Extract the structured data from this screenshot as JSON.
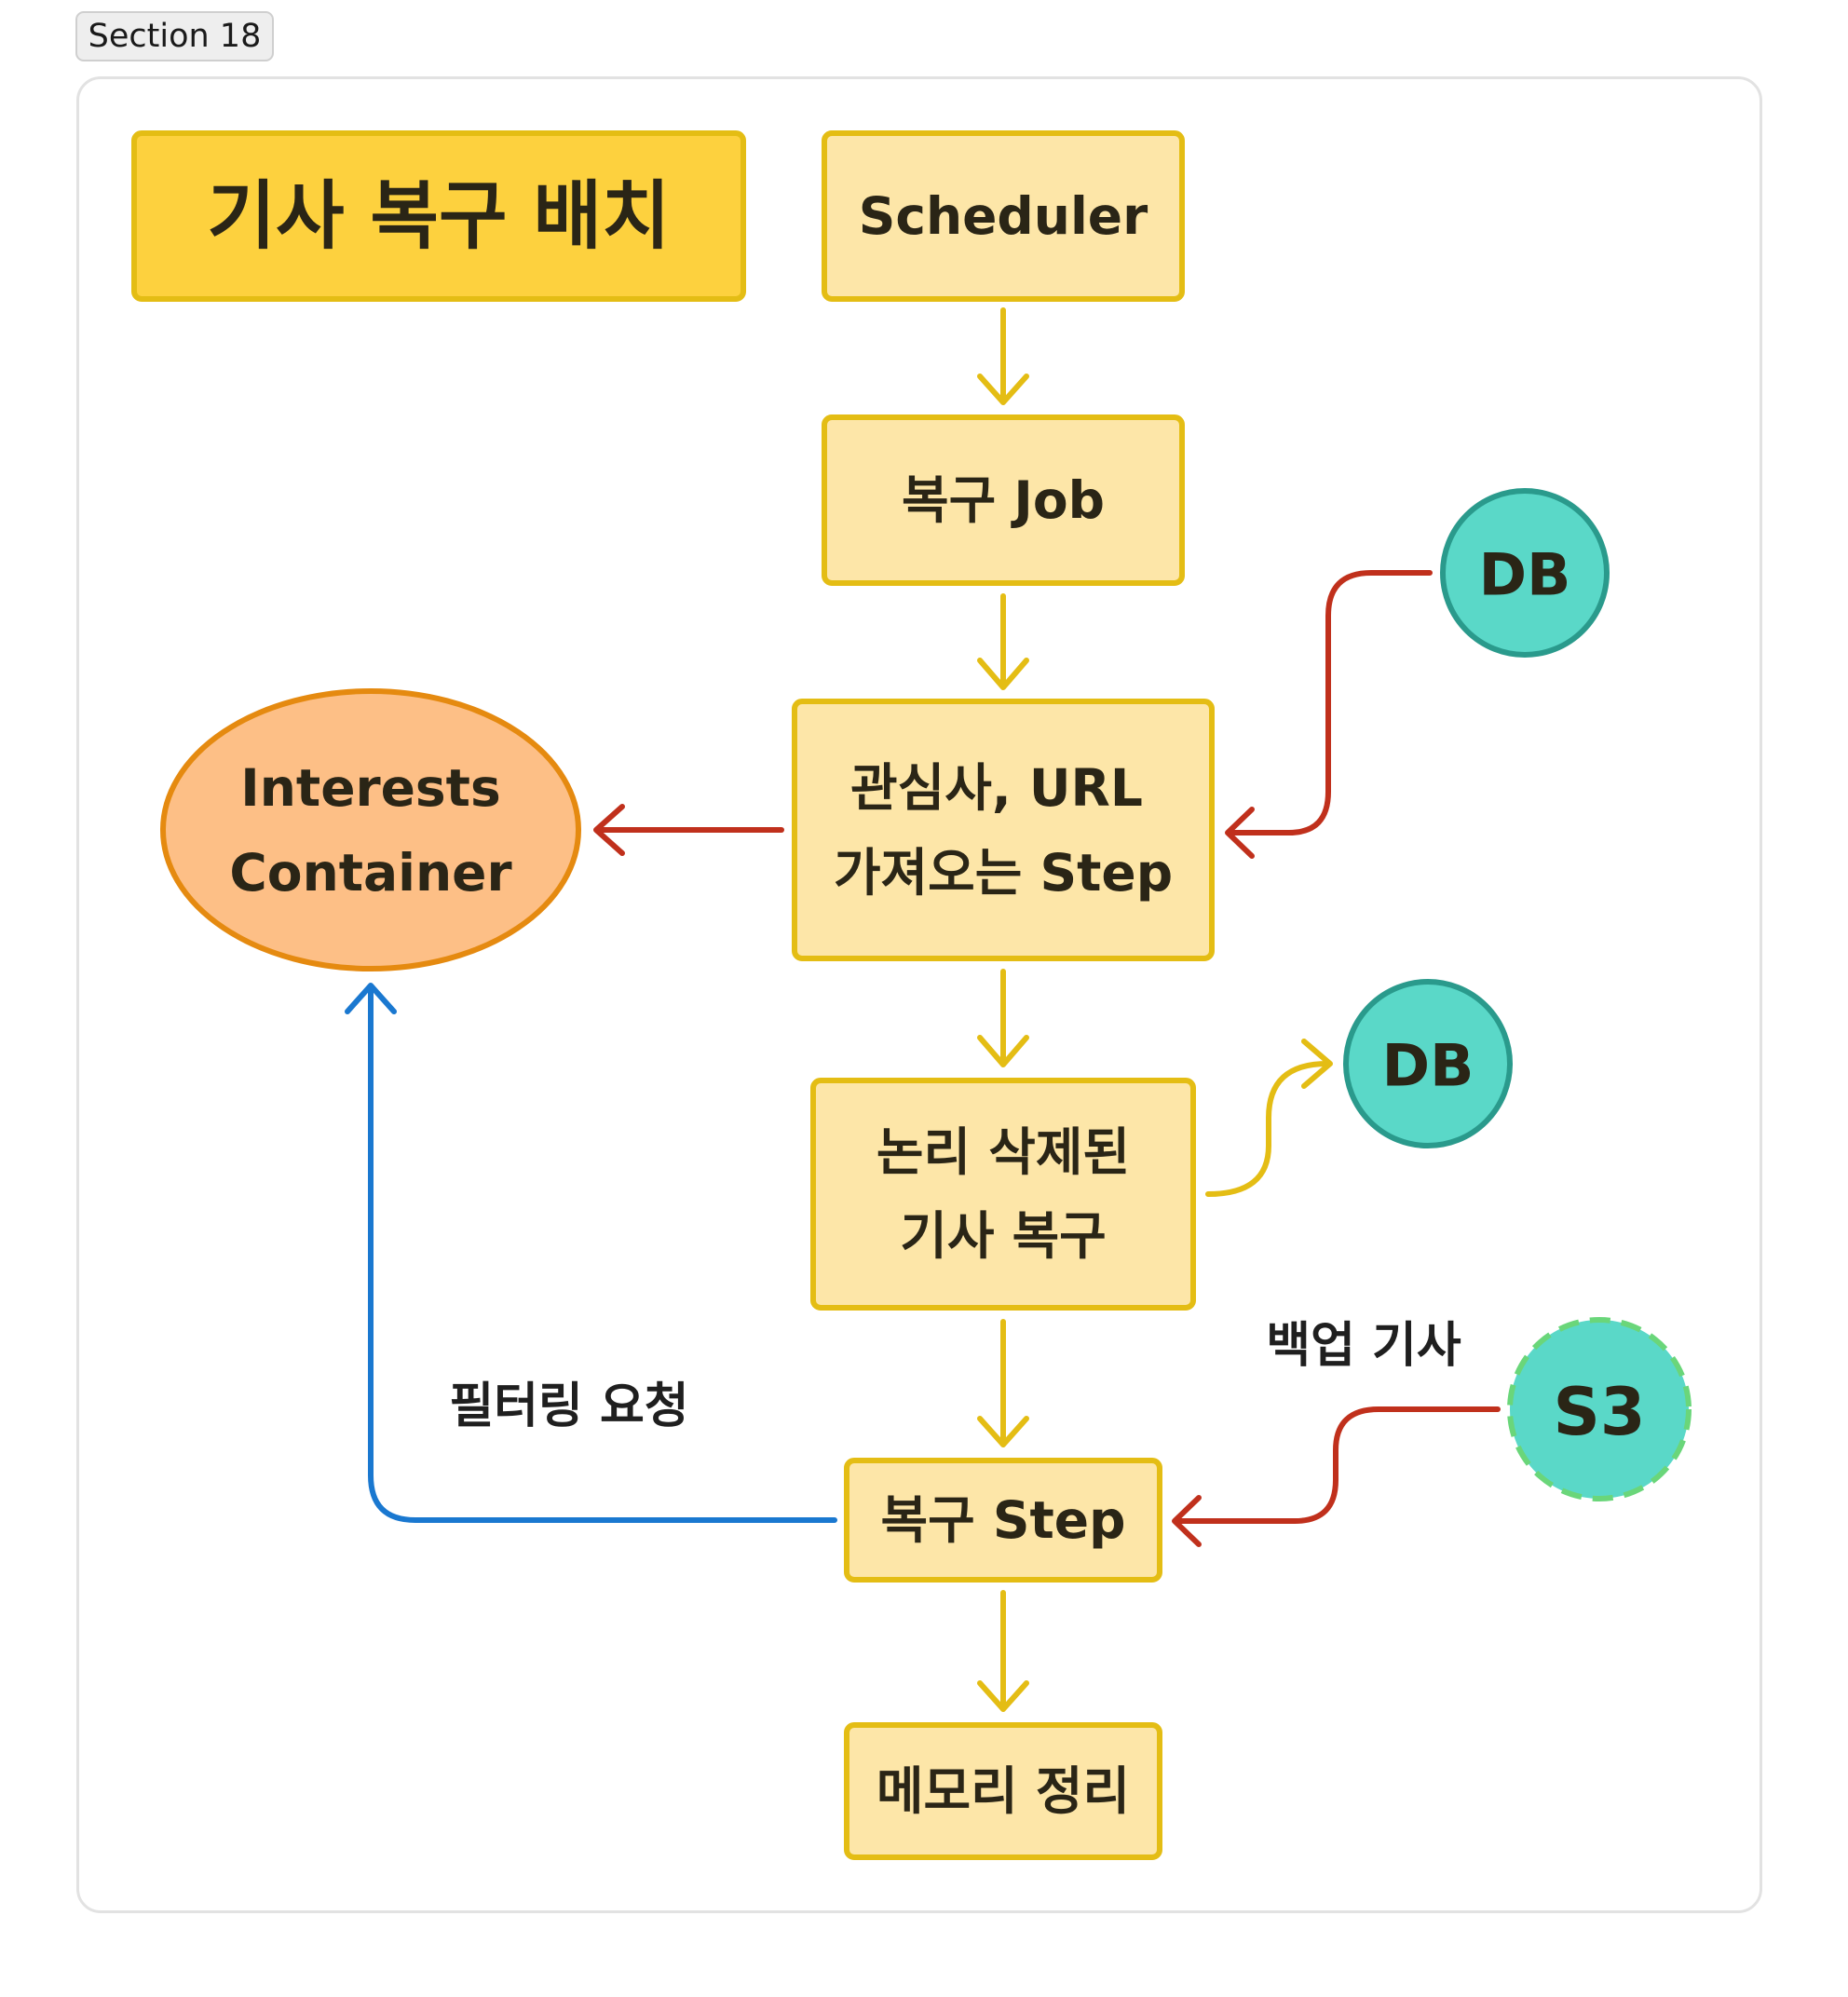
{
  "section": {
    "label": "Section 18"
  },
  "diagram": {
    "title": "기사 복구 배치",
    "nodes": {
      "scheduler": "Scheduler",
      "restore_job": "복구 Job",
      "fetch_step_line1": "관심사, URL",
      "fetch_step_line2": "가져오는 Step",
      "interests_line1": "Interests",
      "interests_line2": "Container",
      "logical_restore_line1": "논리 삭제된",
      "logical_restore_line2": "기사 복구",
      "restore_step": "복구 Step",
      "memory_cleanup": "메모리 정리",
      "db_top": "DB",
      "db_mid": "DB",
      "s3": "S3"
    },
    "labels": {
      "filter_request": "필터링 요청",
      "backup_articles": "백업 기사"
    },
    "colors": {
      "box_fill": "#fde6a8",
      "box_stroke": "#e4bd14",
      "title_fill": "#fdd13e",
      "ellipse_fill": "#fdbf86",
      "ellipse_stroke": "#e58a10",
      "db_fill": "#5ad8c8",
      "db_stroke": "#2a9a8c",
      "s3_stroke": "#6ad67a",
      "arrow_yellow": "#e4bd14",
      "arrow_red": "#c0301c",
      "arrow_blue": "#1a78d0"
    }
  }
}
